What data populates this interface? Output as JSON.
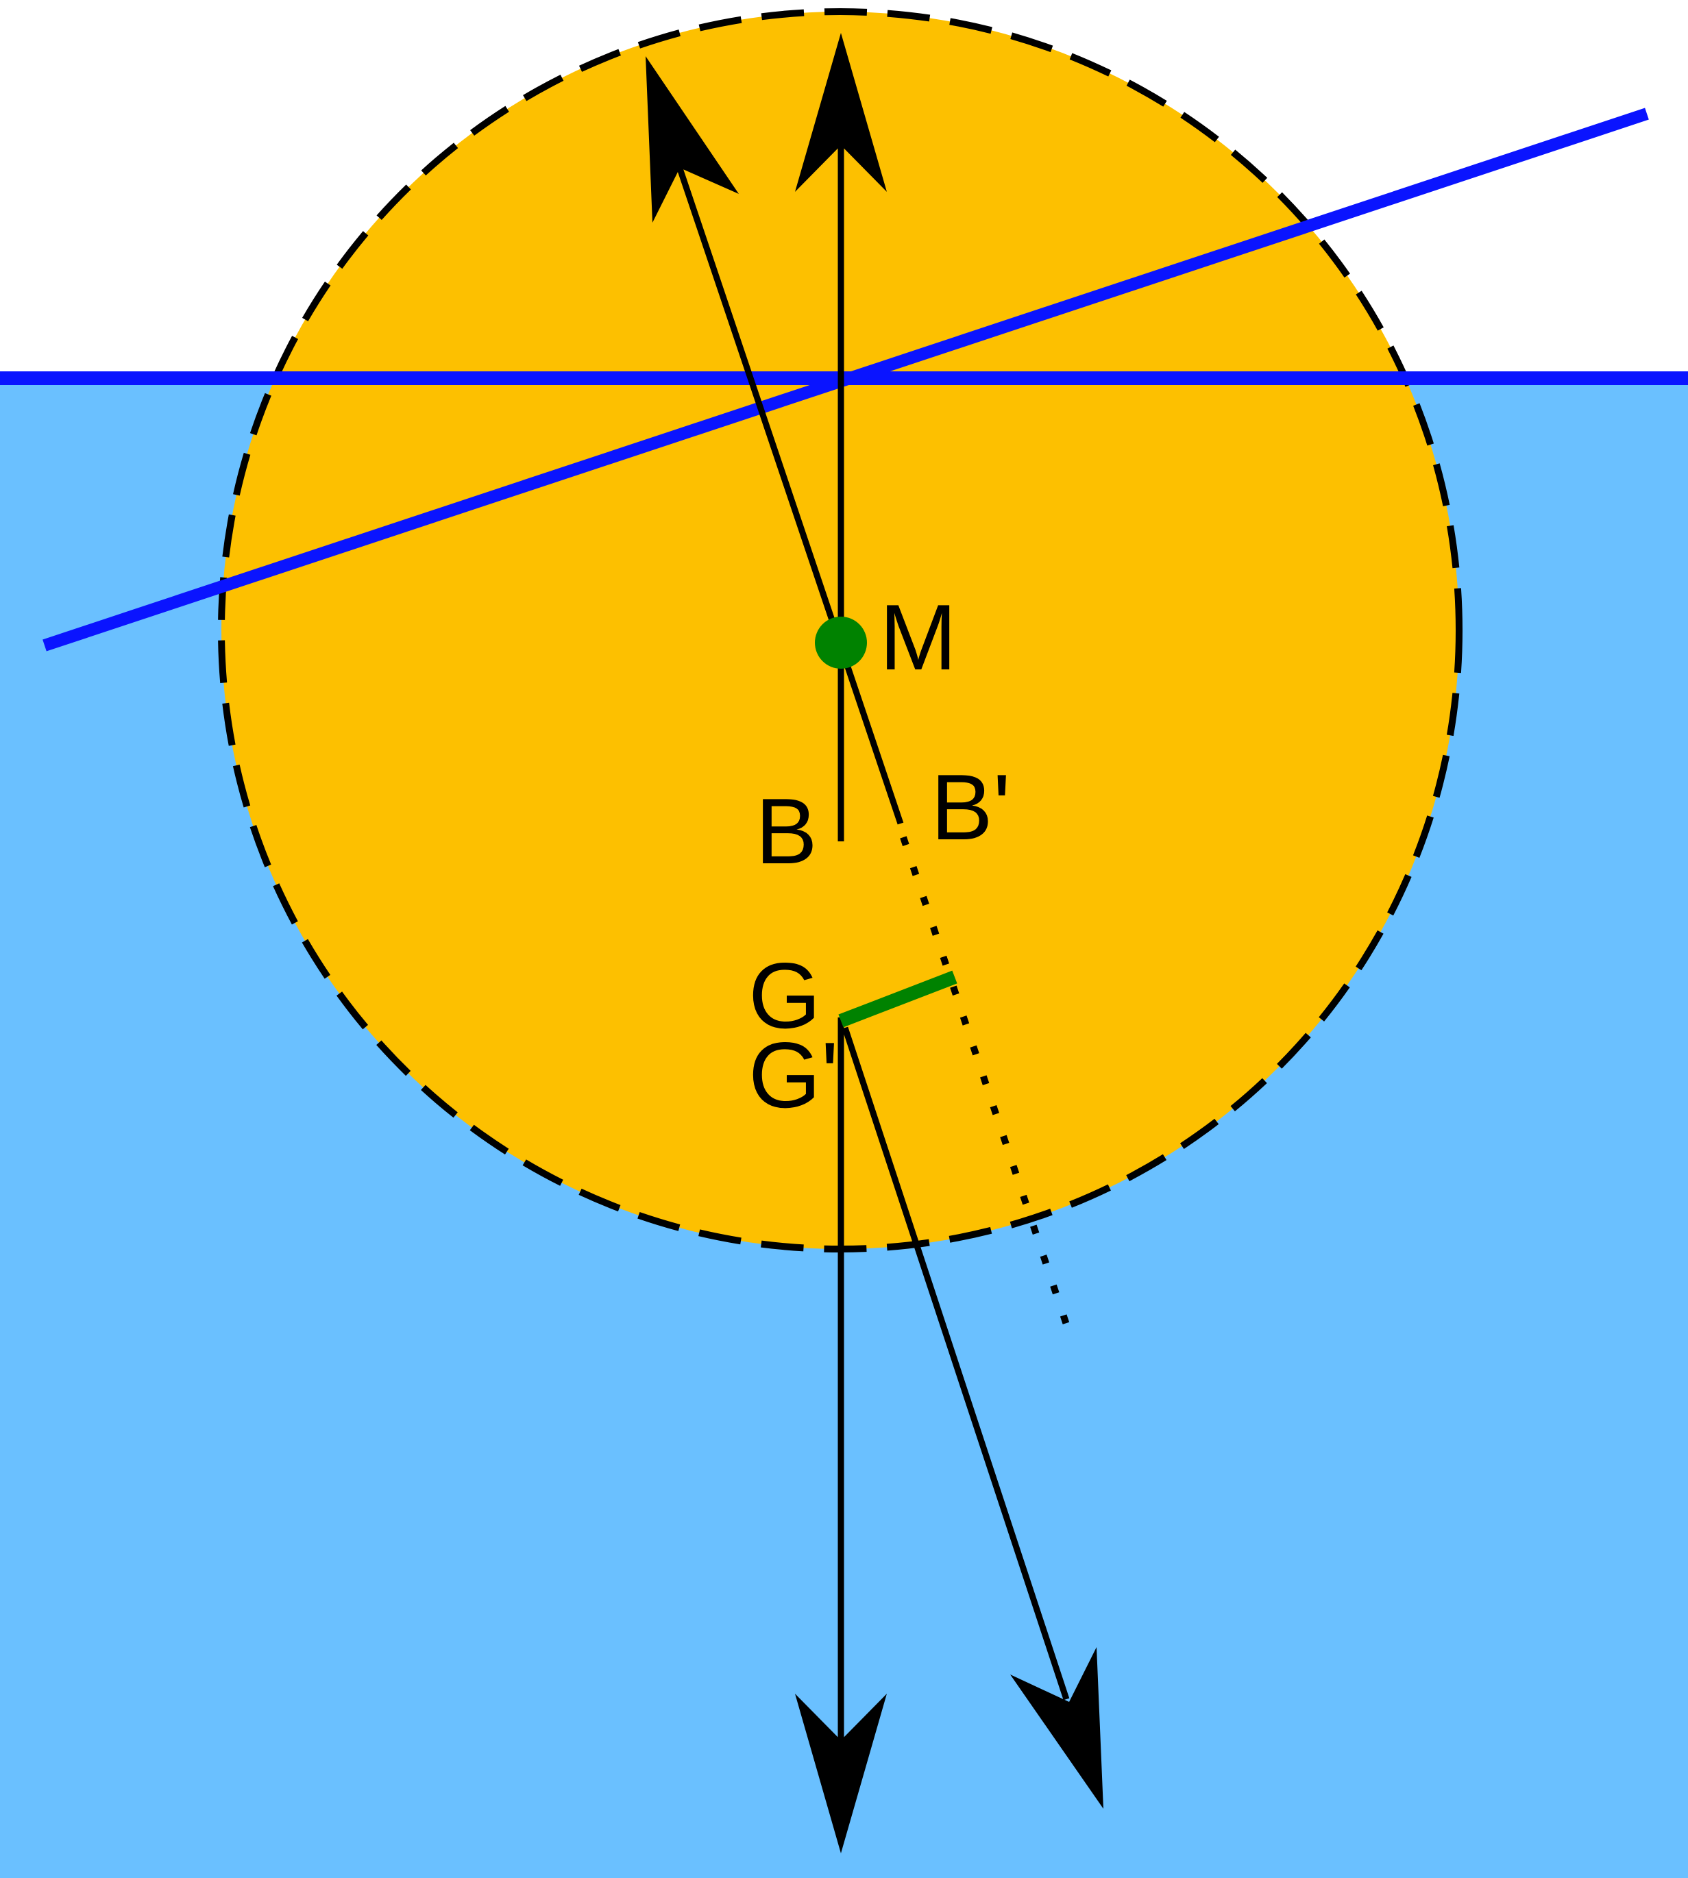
{
  "labels": {
    "metacenter": "M",
    "buoyancy_upright": "B",
    "buoyancy_tilted": "B'",
    "gravity_upright": "G",
    "gravity_tilted": "G'"
  },
  "colors": {
    "water": "#6ac0ff",
    "body": "#fdc000",
    "waterline": "#0a14ff",
    "metacenter_point": "#008200",
    "righting_arm": "#008200",
    "arrows": "#000000",
    "outline": "#000000"
  },
  "icons": {
    "arrowhead": "arrowhead-icon",
    "point": "point-icon"
  }
}
